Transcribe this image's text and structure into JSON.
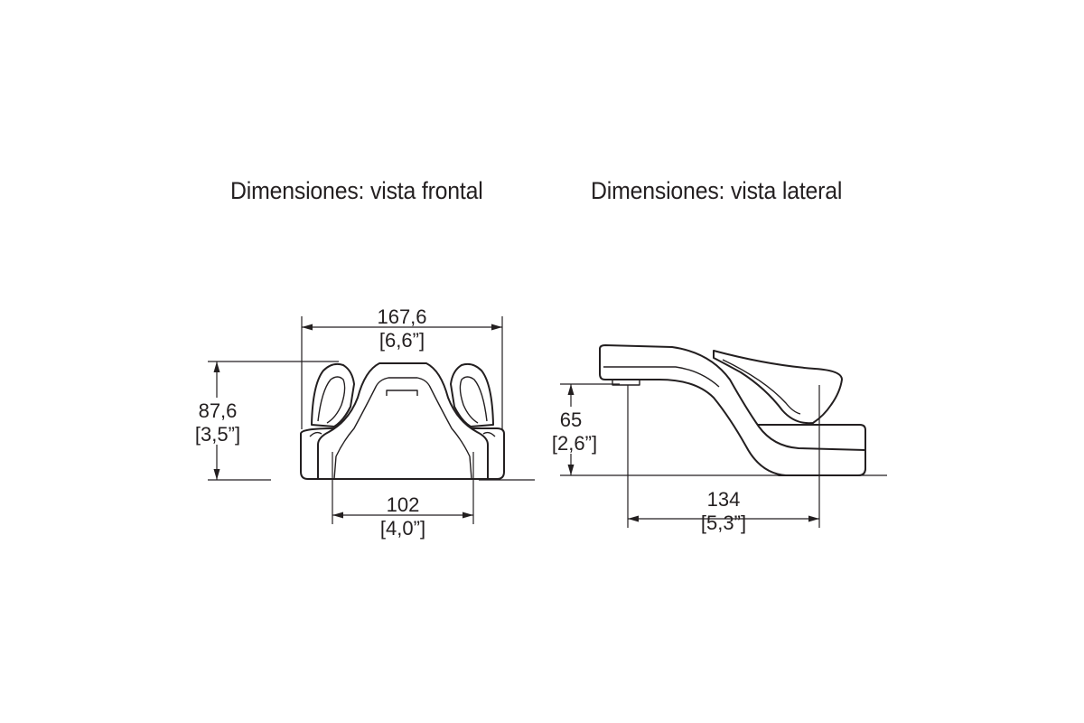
{
  "views": {
    "front": {
      "title": "Dimensiones: vista frontal",
      "width_mm": "167,6",
      "width_in": "[6,6”]",
      "height_mm": "87,6",
      "height_in": "[3,5”]",
      "base_mm": "102",
      "base_in": "[4,0”]"
    },
    "side": {
      "title": "Dimensiones: vista lateral",
      "height_mm": "65",
      "height_in": "[2,6”]",
      "length_mm": "134",
      "length_in": "[5,3”]"
    }
  },
  "colors": {
    "ink": "#231f20",
    "background": "#ffffff"
  }
}
